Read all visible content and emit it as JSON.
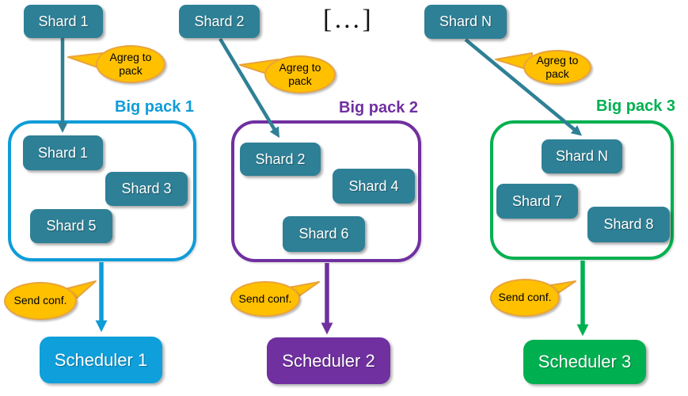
{
  "ellipsis": "[…]",
  "columns": [
    {
      "top_shard": "Shard 1",
      "agreg_label": "Agreg to pack",
      "pack_label": "Big pack 1",
      "pack_shards": [
        "Shard 1",
        "Shard 3",
        "Shard 5"
      ],
      "send_label": "Send conf.",
      "scheduler_label": "Scheduler 1",
      "accent_color": "#0F9CD8"
    },
    {
      "top_shard": "Shard 2",
      "agreg_label": "Agreg to pack",
      "pack_label": "Big pack 2",
      "pack_shards": [
        "Shard 2",
        "Shard 4",
        "Shard 6"
      ],
      "send_label": "Send conf.",
      "scheduler_label": "Scheduler 2",
      "accent_color": "#7030A0"
    },
    {
      "top_shard": "Shard N",
      "agreg_label": "Agreg to pack",
      "pack_label": "Big pack 3",
      "pack_shards": [
        "Shard N",
        "Shard 7",
        "Shard 8"
      ],
      "send_label": "Send conf.",
      "scheduler_label": "Scheduler 3",
      "accent_color": "#00B050"
    }
  ],
  "colors": {
    "shard_fill": "#2E8096",
    "teal_arrow": "#2E8096",
    "bubble_fill": "#FFC000",
    "bubble_border": "#E8A33D",
    "blue": "#0F9CD8",
    "purple": "#7030A0",
    "green": "#00B050"
  }
}
